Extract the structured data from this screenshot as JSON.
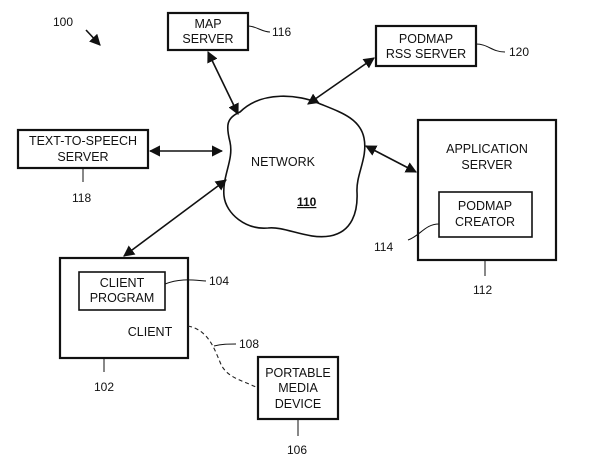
{
  "figure_ref": "100",
  "network": {
    "label": "NETWORK",
    "ref": "110"
  },
  "map_server": {
    "line1": "MAP",
    "line2": "SERVER",
    "ref": "116"
  },
  "podmap_rss_server": {
    "line1": "PODMAP",
    "line2": "RSS SERVER",
    "ref": "120"
  },
  "tts_server": {
    "line1": "TEXT-TO-SPEECH",
    "line2": "SERVER",
    "ref": "118"
  },
  "application_server": {
    "line1": "APPLICATION",
    "line2": "SERVER",
    "ref": "112"
  },
  "podmap_creator": {
    "line1": "PODMAP",
    "line2": "CREATOR",
    "ref": "114"
  },
  "client": {
    "label": "CLIENT",
    "ref": "102"
  },
  "client_program": {
    "line1": "CLIENT",
    "line2": "PROGRAM",
    "ref": "104"
  },
  "portable_media_device": {
    "line1": "PORTABLE",
    "line2": "MEDIA",
    "line3": "DEVICE",
    "ref": "106"
  },
  "device_link_ref": "108"
}
